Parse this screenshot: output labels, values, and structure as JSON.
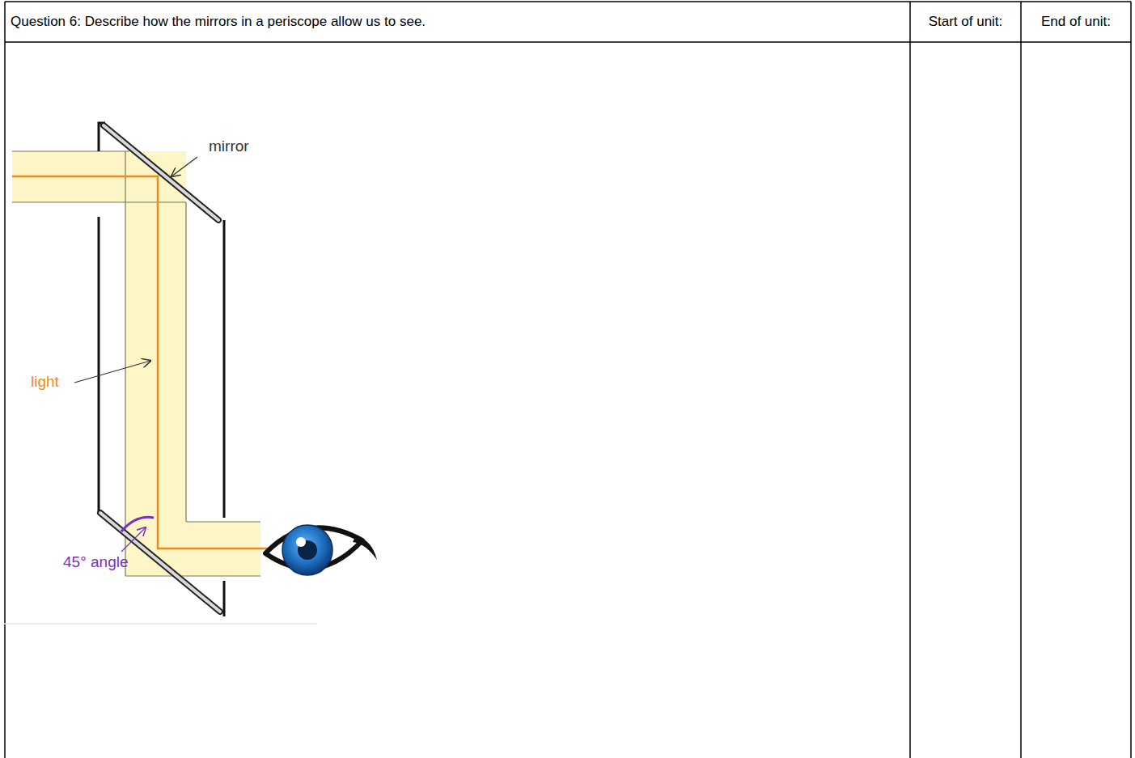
{
  "diagram": {
    "labels": [
      "Question 6: Describe how the mirrors in a periscope allow us to see.",
      "Start of unit:",
      "End of unit:",
      "mirror",
      "light",
      "45° angle"
    ]
  }
}
